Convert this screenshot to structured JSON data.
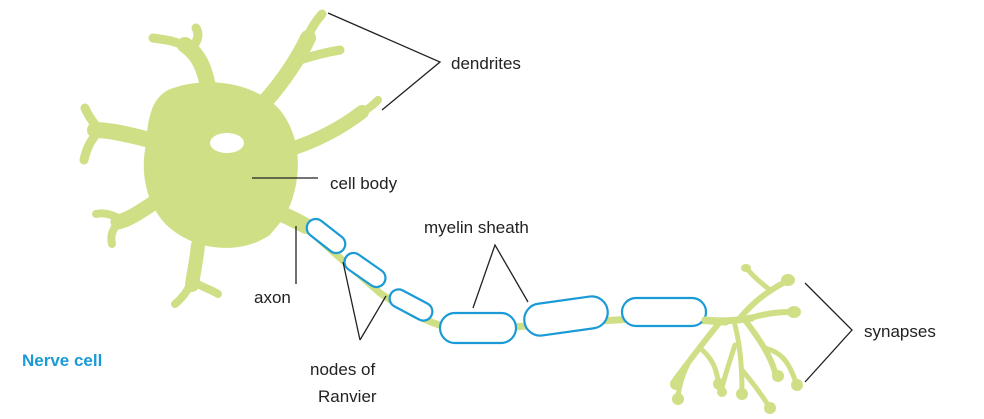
{
  "caption": "Nerve cell",
  "labels": {
    "dendrites": "dendrites",
    "cell_body": "cell body",
    "axon": "axon",
    "myelin_sheath": "myelin sheath",
    "nodes_line1": "nodes of",
    "nodes_line2": "Ranvier",
    "synapses": "synapses"
  },
  "colors": {
    "cell": "#cfdf86",
    "myelin_stroke": "#1a9ad6",
    "caption": "#1a9ad6",
    "line": "#222222"
  }
}
